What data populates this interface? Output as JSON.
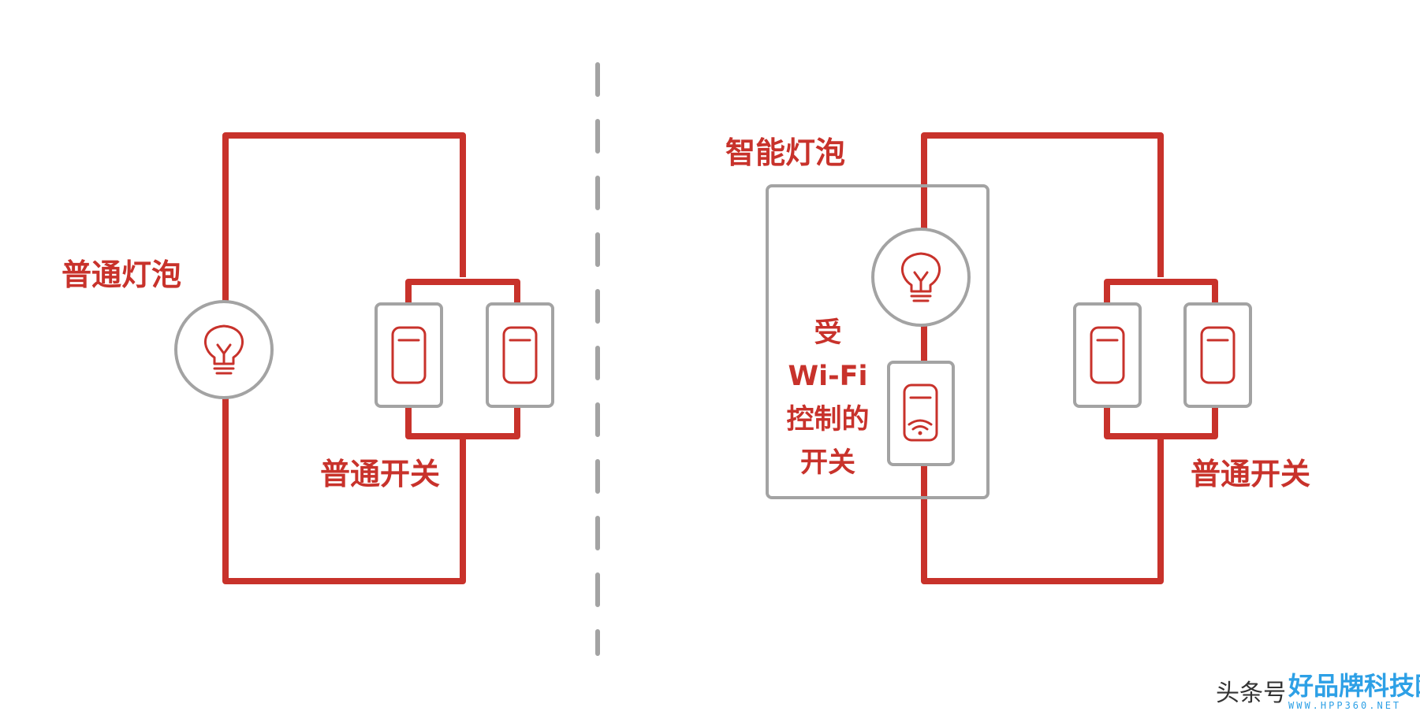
{
  "left_circuit": {
    "bulb_label": "普通灯泡",
    "switch_label": "普通开关"
  },
  "right_circuit": {
    "bulb_label": "智能灯泡",
    "smart_switch_label": [
      "受",
      "Wi-Fi",
      "控制的",
      "开关"
    ],
    "switch_label": "普通开关"
  },
  "watermark": {
    "text": "头条号",
    "brand": "好品牌科技网",
    "url": "WWW.HPP360.NET"
  },
  "colors": {
    "wire": "#c8322b",
    "box": "#a3a3a3",
    "watermark": "#2da0e6"
  },
  "icons": [
    "bulb-icon",
    "switch-icon",
    "wifi-icon"
  ]
}
